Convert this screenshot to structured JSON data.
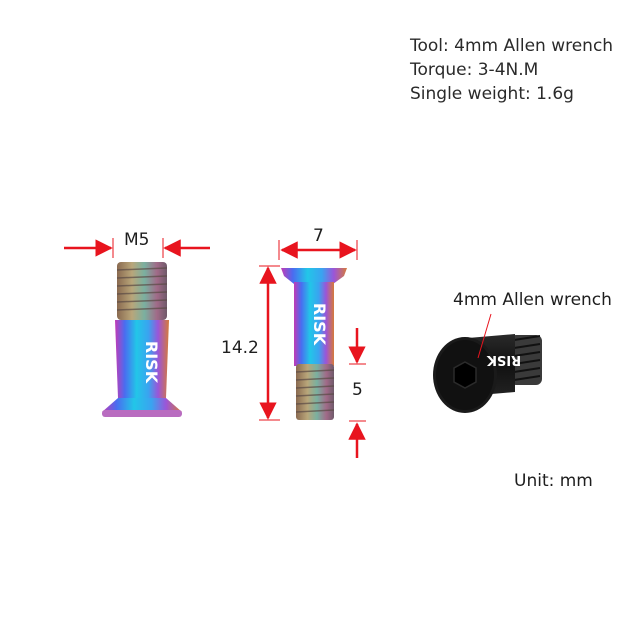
{
  "specs": {
    "tool": "Tool: 4mm Allen wrench",
    "torque": "Torque: 3-4N.M",
    "weight": "Single weight: 1.6g"
  },
  "dimensions": {
    "thread": "M5",
    "head_diameter": "7",
    "total_length": "14.2",
    "thread_length": "5"
  },
  "callout": {
    "label": "4mm Allen wrench"
  },
  "unit": "Unit: mm",
  "brand": "RISK",
  "colors": {
    "arrow": "#e8141e",
    "black_bolt": "#141414"
  }
}
